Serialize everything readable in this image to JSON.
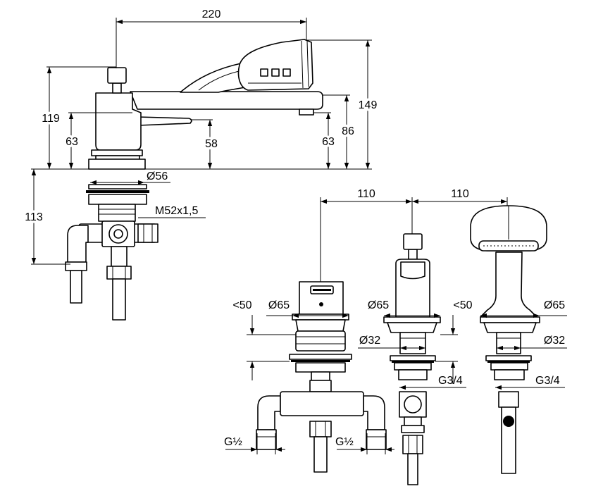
{
  "colors": {
    "line": "#000000",
    "background": "#ffffff"
  },
  "side_view": {
    "dim_220": "220",
    "dim_149": "149",
    "dim_119": "119",
    "dim_63_left": "63",
    "dim_58": "58",
    "dim_63_right": "63",
    "dim_86": "86",
    "dim_56": "Ø56",
    "dim_113": "113",
    "thread": "M52x1,5"
  },
  "installation_view": {
    "spacing_left": "110",
    "spacing_right": "110",
    "diverter": {
      "deck_max": "<50",
      "flange_dia": "Ø65",
      "inlet_left": "G½",
      "inlet_right": "G½"
    },
    "valve": {
      "flange_dia": "Ø65",
      "deck_max": "<50",
      "hole_dia": "Ø32",
      "thread": "G3/4"
    },
    "hand_shower": {
      "flange_dia": "Ø65",
      "hole_dia": "Ø32",
      "thread": "G3/4"
    }
  }
}
